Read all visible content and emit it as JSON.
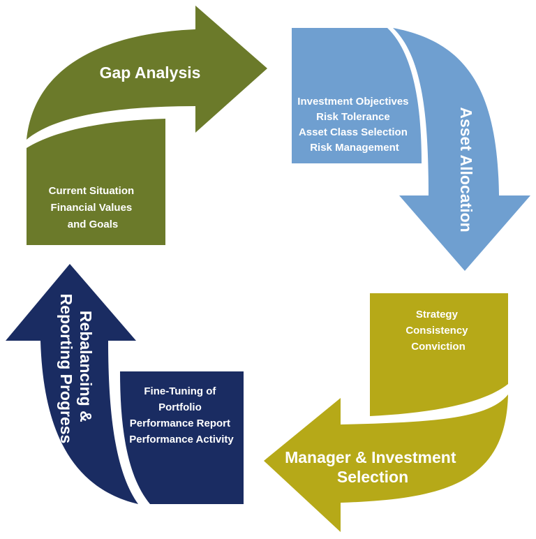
{
  "colors": {
    "green": "#6b7a2a",
    "blue": "#6f9fd0",
    "gold": "#b6a918",
    "navy": "#1a2c62",
    "text": "#ffffff",
    "background": "#ffffff"
  },
  "stages": {
    "gap_analysis": {
      "title": "Gap Analysis",
      "items": [
        "Current Situation",
        "Financial Values",
        "and Goals"
      ]
    },
    "asset_allocation": {
      "title": "Asset Allocation",
      "items": [
        "Investment Objectives",
        "Risk Tolerance",
        "Asset Class Selection",
        "Risk Management"
      ]
    },
    "manager_selection": {
      "title_lines": [
        "Manager & Investment",
        "Selection"
      ],
      "items": [
        "Strategy",
        "Consistency",
        "Conviction"
      ]
    },
    "rebalancing": {
      "title_lines": [
        "Rebalancing &",
        "Reporting Progress"
      ],
      "items": [
        "Fine-Tuning of",
        "Portfolio",
        "Performance Report",
        "Performance Activity"
      ]
    }
  }
}
